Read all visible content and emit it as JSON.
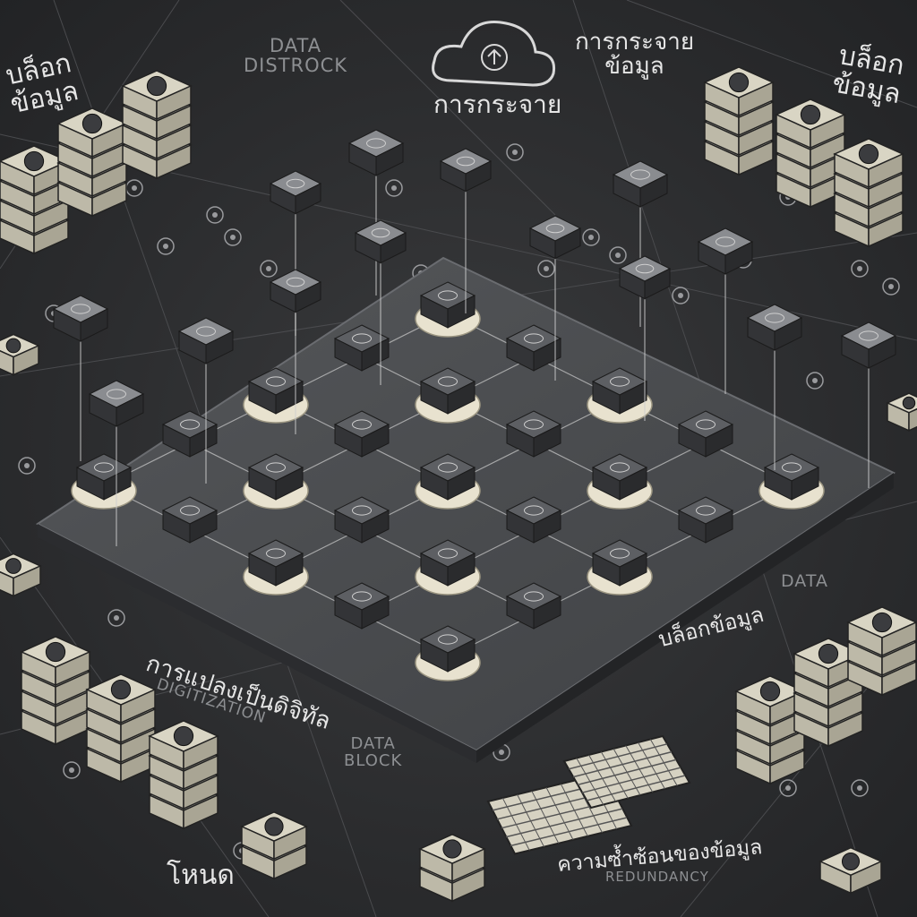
{
  "labels": {
    "data_distrock": [
      "DATA",
      "DISTROCK"
    ],
    "cloud_caption": "การกระจาย",
    "top_right_title": [
      "การกระจาย",
      "ข้อมูล"
    ],
    "top_left_block": [
      "บล็อก",
      "ข้อมูล"
    ],
    "right_block": [
      "บล็อก",
      "ข้อมูล"
    ],
    "data_right": "DATA",
    "digitization_thai": "การแปลงเป็นดิจิทัล",
    "digitization_en": "DIGITIZATION",
    "data_block": [
      "DATA",
      "BLOCK"
    ],
    "block_data_mid": "บล็อกข้อมูล",
    "node_thai": "โหนด",
    "redundancy_thai": "ความซ้ำซ้อนของข้อมูล",
    "redundancy_en": "REDUNDANCY"
  },
  "icons": {
    "cloud": "cloud-upload-icon",
    "server_stack": "server-stack-icon",
    "node_cube": "node-cube-icon",
    "grid_platform": "grid-platform-icon",
    "keyboard_panel": "data-panel-icon"
  },
  "colors": {
    "background": "#2e2f31",
    "platform": "#4a4c4f",
    "cube": "#2a2b2d",
    "cube_top": "#6e7074",
    "pad": "#e8e2cf",
    "server": "#d9d5c4",
    "line": "#cfcfcf",
    "text": "#e6e6e6"
  }
}
